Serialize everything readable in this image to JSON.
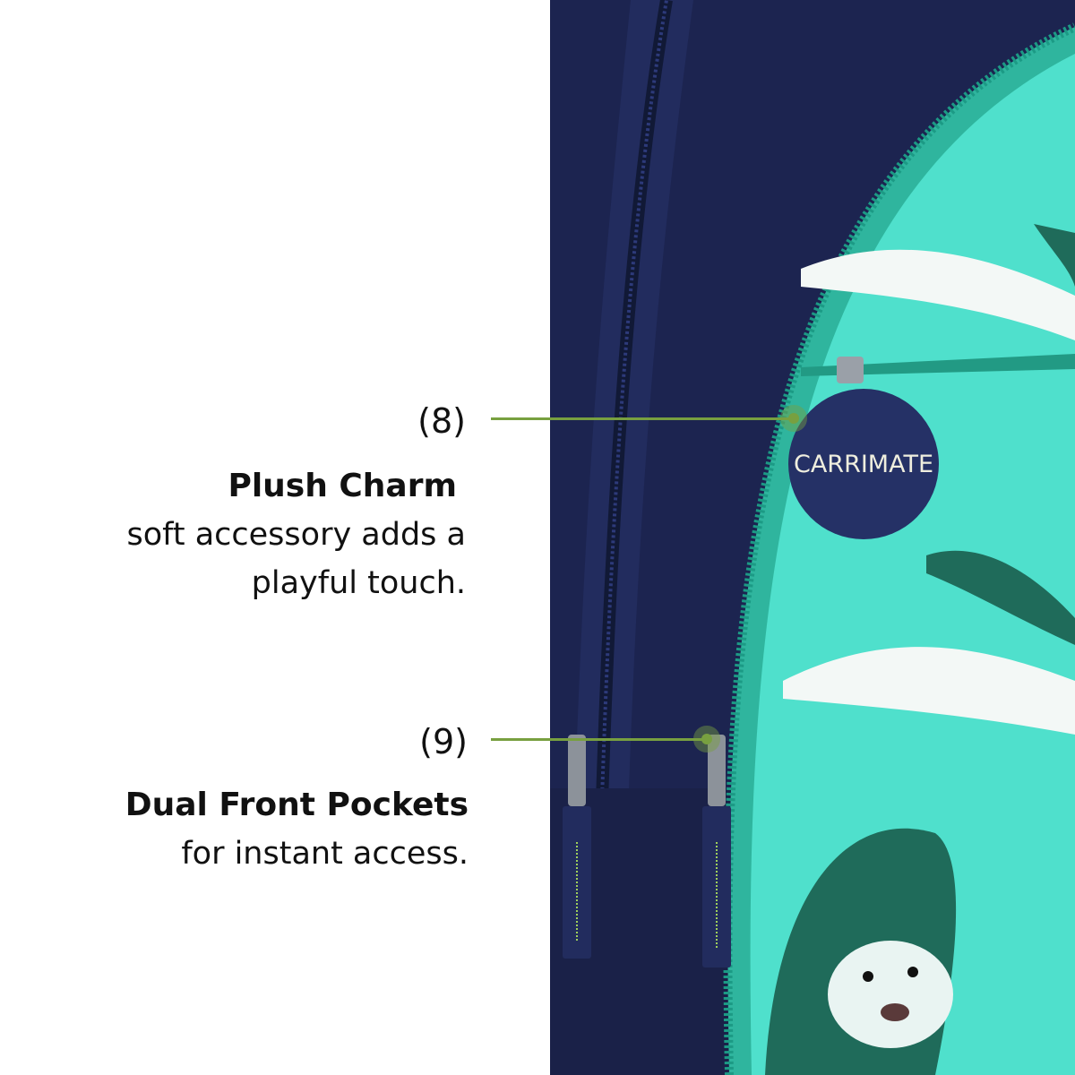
{
  "features": [
    {
      "number": "(8)",
      "title": "Plush Charm",
      "description_lines": [
        "soft accessory adds a",
        "playful touch."
      ]
    },
    {
      "number": "(9)",
      "title": "Dual Front Pockets",
      "description_lines": [
        "for instant access."
      ]
    }
  ],
  "product": {
    "brand_logo": "CARRIMATE"
  },
  "colors": {
    "accent": "#78a040",
    "navy": "#1c2450",
    "teal": "#3fd6c2"
  }
}
